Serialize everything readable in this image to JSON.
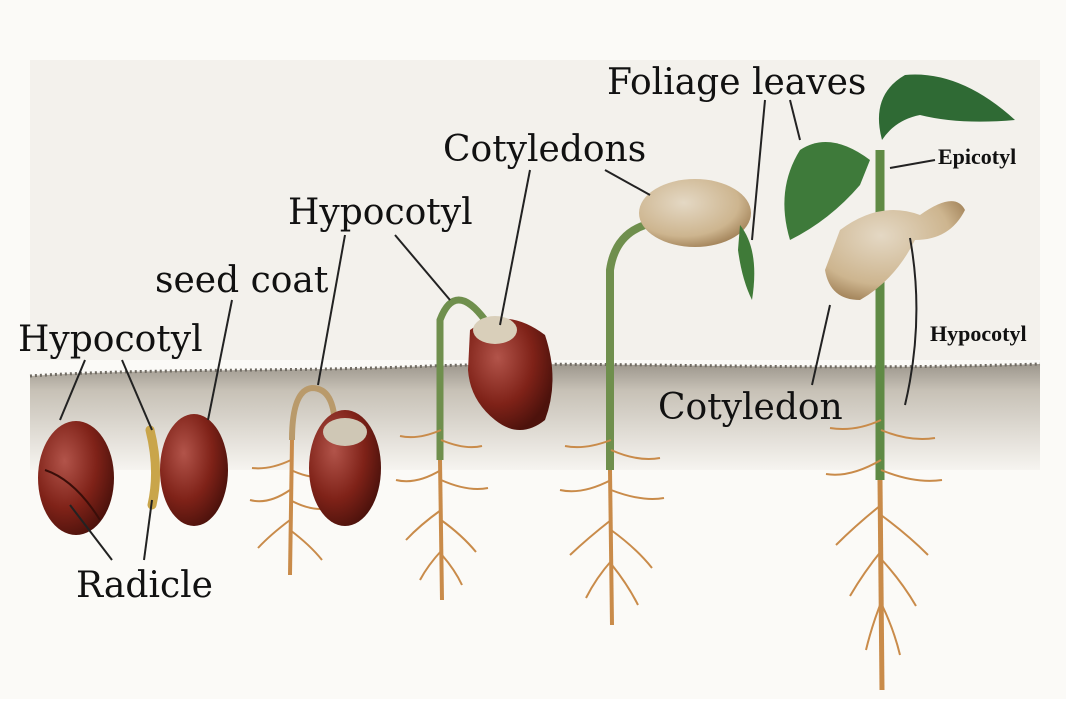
{
  "diagram": {
    "labels": {
      "hypocotyl_1": "Hypocotyl",
      "seed_coat": "seed coat",
      "radicle": "Radicle",
      "hypocotyl_2": "Hypocotyl",
      "cotyledons": "Cotyledons",
      "foliage_leaves": "Foliage leaves",
      "epicotyl": "Epicotyl",
      "hypocotyl_3": "Hypocotyl",
      "cotyledon": "Cotyledon"
    },
    "colors": {
      "soil": "#c9c3b8",
      "seed": "#8a2a20",
      "root": "#c98b4a",
      "stem": "#5f8a45",
      "leaf": "#3a6e3a",
      "cotyledon": "#c9a77a"
    }
  }
}
